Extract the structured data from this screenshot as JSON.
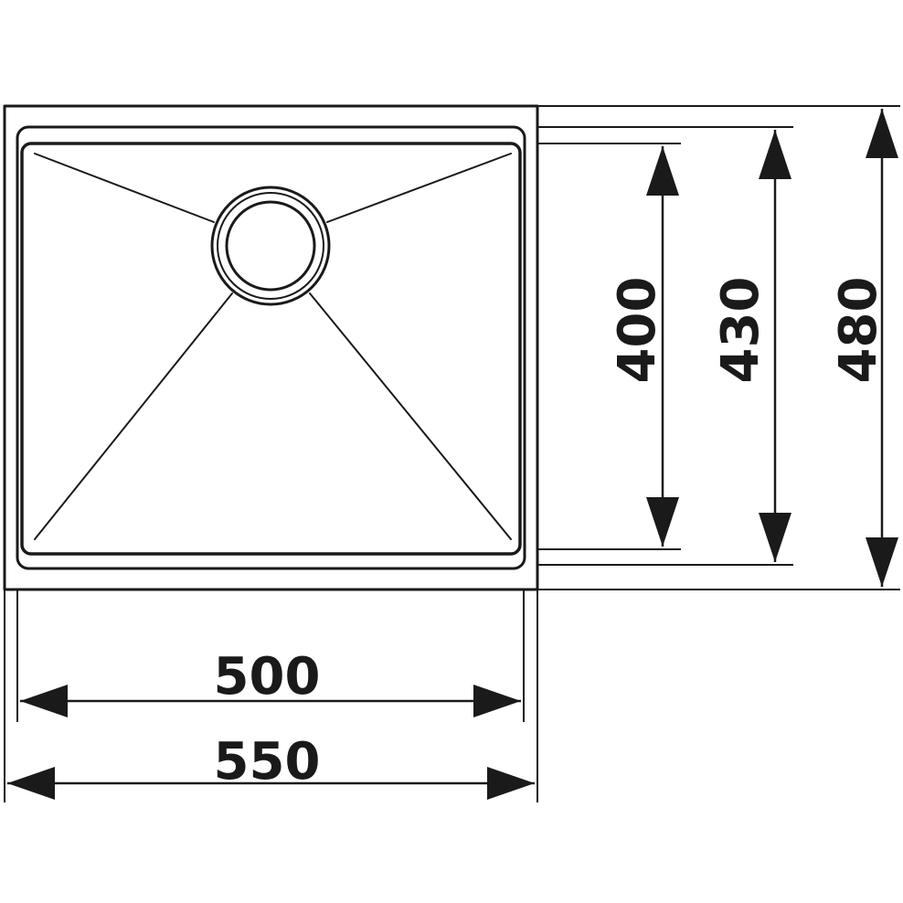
{
  "diagram": {
    "colors": {
      "ink": "#1a1a1a",
      "background": "#ffffff"
    },
    "dimensions": {
      "inner_width": "500",
      "outer_width": "550",
      "bowl_depth": "400",
      "inner_depth": "430",
      "outer_depth": "480"
    }
  }
}
